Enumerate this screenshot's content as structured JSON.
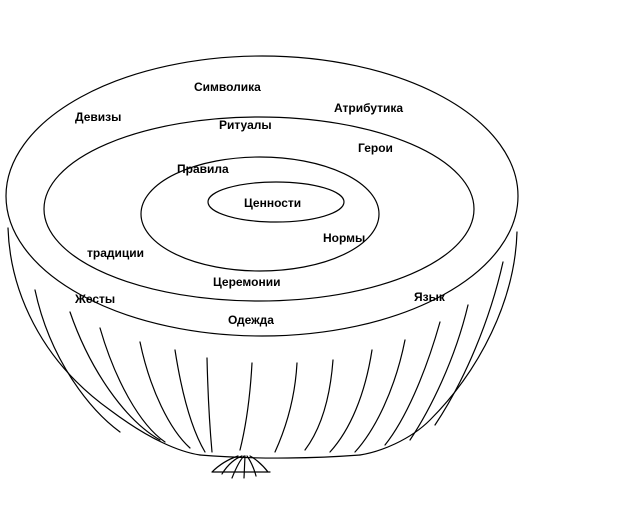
{
  "diagram": {
    "outer_layer": {
      "labels": {
        "symbolics": "Символика",
        "mottos": "Девизы",
        "attributes": "Атрибутика",
        "traditions": "традиции",
        "gestures": "Жесты",
        "language": "Язык",
        "clothing": "Одежда"
      }
    },
    "middle_layer": {
      "labels": {
        "rituals": "Ритуалы",
        "heroes": "Герои",
        "ceremonies": "Церемонии"
      }
    },
    "inner_layer": {
      "labels": {
        "rules": "Правила",
        "norms": "Нормы"
      }
    },
    "core": {
      "label": "Ценности"
    },
    "colors": {
      "stroke": "#000000",
      "background": "#ffffff"
    }
  }
}
